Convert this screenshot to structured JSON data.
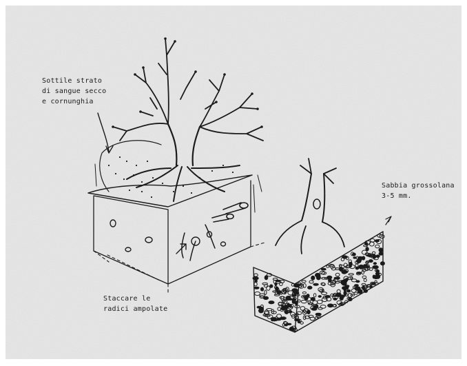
{
  "labels": {
    "top_left": [
      "Sottile strato",
      "di sangue secco",
      "e cornunghia"
    ],
    "bottom": [
      "Staccare le",
      "radici ampolate"
    ],
    "right": [
      "Sabbia grossolana",
      "3-5 mm."
    ]
  },
  "colors": {
    "paper": "#e9e9e9",
    "ink": "#1b1b1b",
    "frame": "#ffffff"
  }
}
